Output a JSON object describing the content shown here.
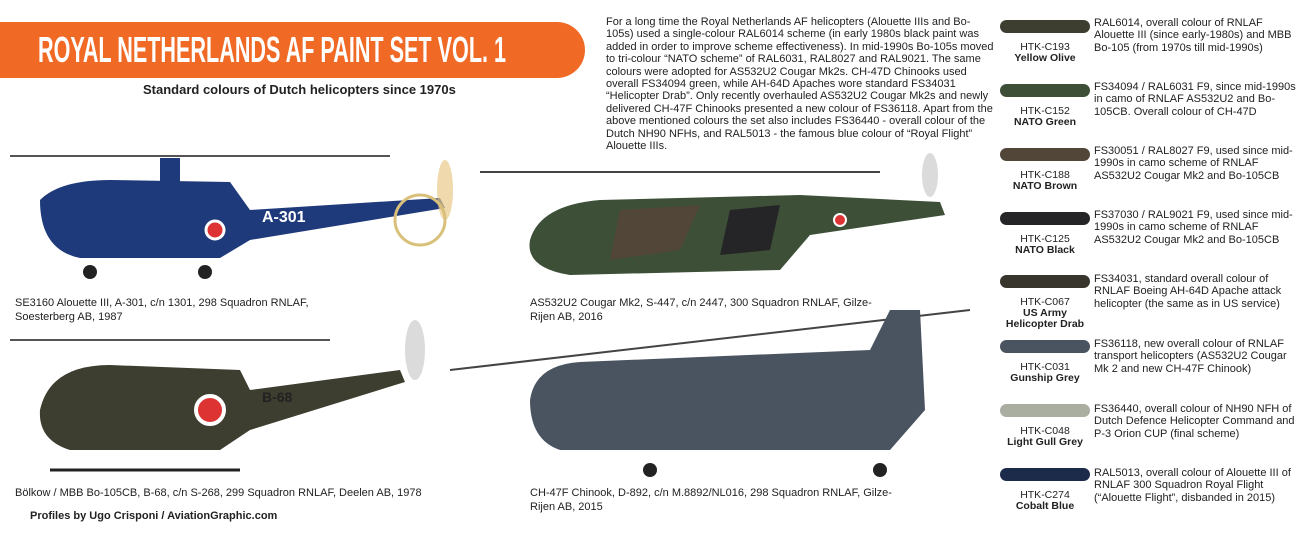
{
  "title": "ROYAL NETHERLANDS AF PAINT SET VOL. 1",
  "subtitle": "Standard colours of Dutch helicopters since 1970s",
  "intro": "For a long time the Royal Netherlands AF helicopters (Alouette IIIs and Bo-105s) used a single-colour RAL6014 scheme (in early 1980s black paint was added in order to improve scheme effectiveness). In mid-1990s Bo-105s moved to tri-colour “NATO scheme” of RAL6031, RAL8027 and RAL9021. The same colours were adopted for AS532U2 Cougar Mk2s. CH-47D Chinooks used overall FS34094 green, while AH-64D Apaches wore standard FS34031 “Helicopter Drab”. Only recently overhauled AS532U2 Cougar Mk2s and newly delivered CH-47F Chinooks presented a new colour of FS36118. Apart from the above mentioned colours the set also includes FS36440 - overall colour of the Dutch NH90 NFHs, and RAL5013 - the famous blue colour of “Royal Flight” Alouette IIIs.",
  "profiles": [
    {
      "caption": "SE3160 Alouette III, A-301, c/n 1301, 298 Squadron RNLAF, Soesterberg AB, 1987",
      "marking": "A-301"
    },
    {
      "caption": "AS532U2 Cougar Mk2, S-447, c/n 2447, 300 Squadron RNLAF, Gilze-Rijen AB, 2016"
    },
    {
      "caption": "Bölkow / MBB Bo-105CB, B-68, c/n S-268, 299 Squadron RNLAF, Deelen AB, 1978",
      "marking": "B-68"
    },
    {
      "caption": "CH-47F Chinook, D-892, c/n M.8892/NL016, 298 Squadron RNLAF, Gilze-Rijen AB, 2015"
    }
  ],
  "credit": "Profiles by Ugo Crisponi / AviationGraphic.com",
  "colours": [
    {
      "code": "HTK-C193",
      "name": "Yellow Olive",
      "hex": "#3d3d30",
      "desc": "RAL6014, overall colour of RNLAF Alouette III (since early-1980s) and MBB Bo-105 (from 1970s till mid-1990s)"
    },
    {
      "code": "HTK-C152",
      "name": "NATO Green",
      "hex": "#3d4f37",
      "desc": "FS34094 / RAL6031 F9, since mid-1990s in camo of RNLAF AS532U2 and Bo-105CB. Overall colour of CH-47D"
    },
    {
      "code": "HTK-C188",
      "name": "NATO Brown",
      "hex": "#524638",
      "desc": "FS30051 / RAL8027 F9, used since mid-1990s in camo scheme of RNLAF AS532U2 Cougar Mk2 and Bo-105CB"
    },
    {
      "code": "HTK-C125",
      "name": "NATO Black",
      "hex": "#252527",
      "desc": "FS37030 / RAL9021 F9, used since mid-1990s in camo scheme of RNLAF AS532U2 Cougar Mk2 and Bo-105CB"
    },
    {
      "code": "HTK-C067",
      "name": "US Army Helicopter Drab",
      "hex": "#38352d",
      "desc": "FS34031, standard overall colour of RNLAF Boeing AH-64D Apache attack helicopter (the same as in US service)"
    },
    {
      "code": "HTK-C031",
      "name": "Gunship Grey",
      "hex": "#4a5360",
      "desc": "FS36118, new overall colour of RNLAF transport helicopters (AS532U2 Cougar Mk 2 and new CH-47F Chinook)"
    },
    {
      "code": "HTK-C048",
      "name": "Light Gull Grey",
      "hex": "#a9aea0",
      "desc": "FS36440, overall colour of NH90 NFH of Dutch Defence Helicopter Command and P-3 Orion CUP (final scheme)"
    },
    {
      "code": "HTK-C274",
      "name": "Cobalt Blue",
      "hex": "#1d2b4a",
      "desc": "RAL5013, overall colour of Alouette III of RNLAF 300 Squadron Royal Flight (“Alouette Flight”, disbanded in 2015)"
    }
  ]
}
